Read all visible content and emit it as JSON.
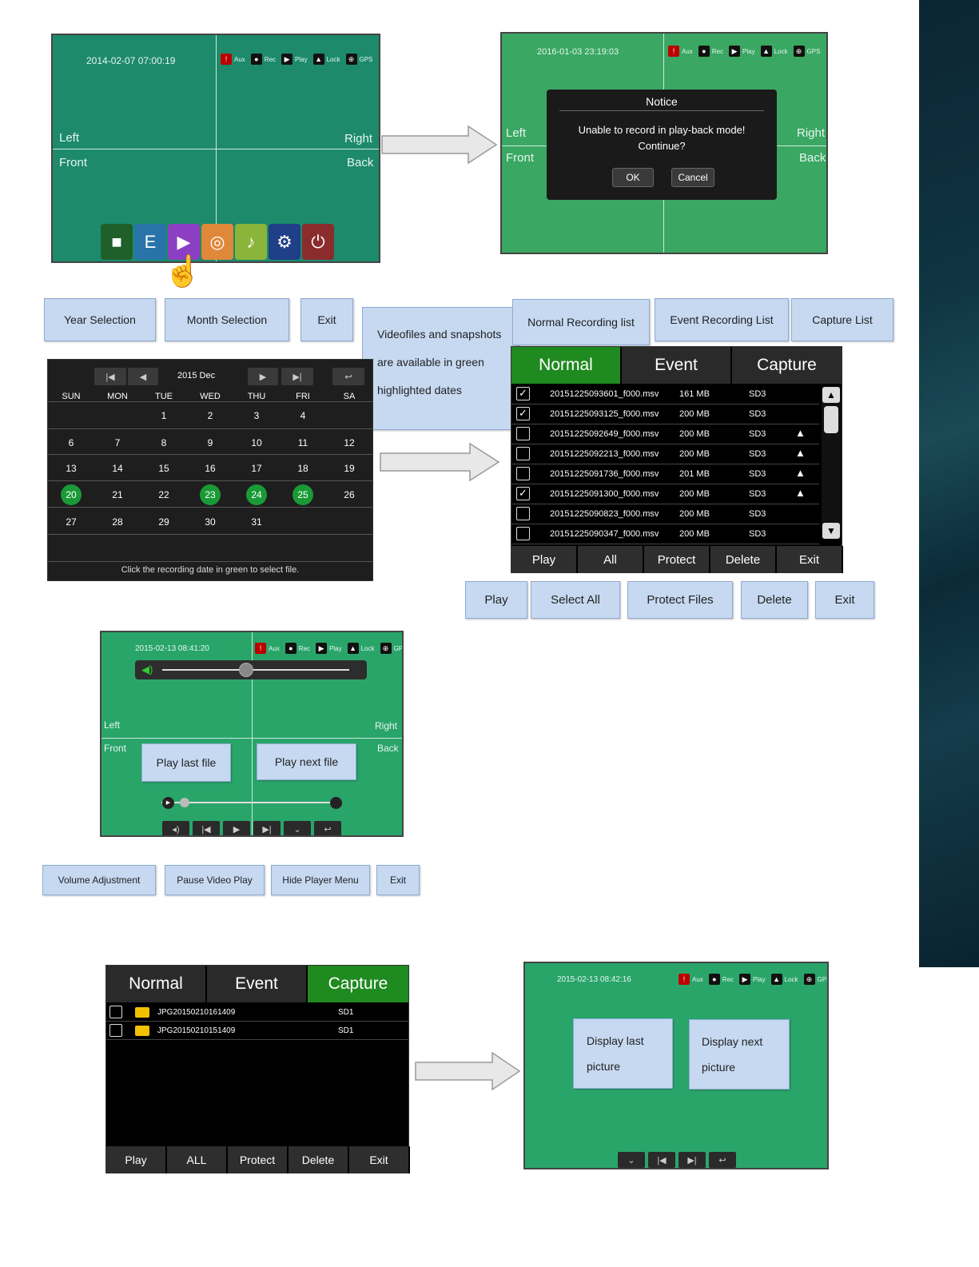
{
  "screen1": {
    "timestamp": "2014-02-07 07:00:19",
    "status": [
      {
        "icon": "aux-icon",
        "label": "Aux"
      },
      {
        "icon": "rec-icon",
        "label": "Rec"
      },
      {
        "icon": "play-icon",
        "label": "Play"
      },
      {
        "icon": "lock-icon",
        "label": "Lock"
      },
      {
        "icon": "gps-icon",
        "label": "GPS"
      }
    ],
    "quadrants": {
      "left": "Left",
      "right": "Right",
      "front": "Front",
      "back": "Back"
    },
    "icons": [
      {
        "name": "video-record-icon",
        "glyph": "■",
        "color": "#1f5f2a"
      },
      {
        "name": "event-record-icon",
        "glyph": "E",
        "color": "#2873a8"
      },
      {
        "name": "playback-icon",
        "glyph": "▶",
        "color": "#8c3fc2"
      },
      {
        "name": "camera-icon",
        "glyph": "◎",
        "color": "#e0883a"
      },
      {
        "name": "volume-icon",
        "glyph": "♪",
        "color": "#8ab53a"
      },
      {
        "name": "settings-icon",
        "glyph": "⚙",
        "color": "#1f3f88"
      },
      {
        "name": "power-icon",
        "glyph": "⏻",
        "color": "#8a2c2c"
      }
    ]
  },
  "screen2": {
    "timestamp": "2016-01-03 23:19:03",
    "status": [
      {
        "icon": "aux-icon",
        "label": "Aux"
      },
      {
        "icon": "rec-icon",
        "label": "Rec"
      },
      {
        "icon": "play-icon",
        "label": "Play"
      },
      {
        "icon": "lock-icon",
        "label": "Lock"
      },
      {
        "icon": "gps-icon",
        "label": "GPS"
      }
    ],
    "quadrants": {
      "left": "Left",
      "right": "Right",
      "front": "Front",
      "back": "Back"
    },
    "dialog": {
      "title": "Notice",
      "message": "Unable to record in play-back mode! Continue?",
      "ok": "OK",
      "cancel": "Cancel"
    }
  },
  "calendar": {
    "month_label": "2015 Dec",
    "weekdays": [
      "SUN",
      "MON",
      "TUE",
      "WED",
      "THU",
      "FRI",
      "SA"
    ],
    "weeks": [
      [
        "",
        "",
        "1",
        "2",
        "3",
        "4",
        ""
      ],
      [
        "6",
        "7",
        "8",
        "9",
        "10",
        "11",
        "12"
      ],
      [
        "13",
        "14",
        "15",
        "16",
        "17",
        "18",
        "19"
      ],
      [
        "20",
        "21",
        "22",
        "23",
        "24",
        "25",
        "26"
      ],
      [
        "27",
        "28",
        "29",
        "30",
        "31",
        "",
        ""
      ]
    ],
    "highlighted": [
      "20",
      "23",
      "24",
      "25"
    ],
    "footer": "Click the recording date in green to select file."
  },
  "callouts_top": {
    "year": "Year Selection",
    "month": "Month Selection",
    "exit": "Exit",
    "green_dates": [
      "Videofiles and snapshots",
      "are available in green",
      "highlighted dates"
    ],
    "normal_list": "Normal Recording list",
    "event_list": "Event Recording List",
    "capture_list": "Capture List"
  },
  "filelist": {
    "tabs": [
      {
        "label": "Normal",
        "active": true
      },
      {
        "label": "Event",
        "active": false
      },
      {
        "label": "Capture",
        "active": false
      }
    ],
    "rows": [
      {
        "checked": true,
        "name": "20151225093601_f000.msv",
        "size": "161 MB",
        "card": "SD3",
        "locked": false
      },
      {
        "checked": true,
        "name": "20151225093125_f000.msv",
        "size": "200 MB",
        "card": "SD3",
        "locked": false
      },
      {
        "checked": false,
        "name": "20151225092649_f000.msv",
        "size": "200 MB",
        "card": "SD3",
        "locked": true
      },
      {
        "checked": false,
        "name": "20151225092213_f000.msv",
        "size": "200 MB",
        "card": "SD3",
        "locked": true
      },
      {
        "checked": false,
        "name": "20151225091736_f000.msv",
        "size": "201 MB",
        "card": "SD3",
        "locked": true
      },
      {
        "checked": true,
        "name": "20151225091300_f000.msv",
        "size": "200 MB",
        "card": "SD3",
        "locked": true
      },
      {
        "checked": false,
        "name": "20151225090823_f000.msv",
        "size": "200 MB",
        "card": "SD3",
        "locked": false
      },
      {
        "checked": false,
        "name": "20151225090347_f000.msv",
        "size": "200 MB",
        "card": "SD3",
        "locked": false
      }
    ],
    "buttons": [
      "Play",
      "All",
      "Protect",
      "Delete",
      "Exit"
    ],
    "callouts": [
      "Play",
      "Select All",
      "Protect  Files",
      "Delete",
      "Exit"
    ]
  },
  "player": {
    "timestamp": "2015-02-13 08:41:20",
    "status": [
      {
        "icon": "aux-icon",
        "label": "Aux"
      },
      {
        "icon": "rec-icon",
        "label": "Rec"
      },
      {
        "icon": "play-icon",
        "label": "Play"
      },
      {
        "icon": "lock-icon",
        "label": "Lock"
      },
      {
        "icon": "gps-icon",
        "label": "GPS"
      }
    ],
    "quadrants": {
      "left": "Left",
      "right": "Right",
      "front": "Front",
      "back": "Back"
    },
    "volume_level": 0.45,
    "progress": 0.12,
    "callouts": {
      "last": "Play last file",
      "next": "Play next file",
      "volume": "Volume Adjustment",
      "pause": "Pause Video Play",
      "hide": "Hide Player Menu",
      "exit": "Exit"
    }
  },
  "capture": {
    "tabs": [
      {
        "label": "Normal",
        "active": false
      },
      {
        "label": "Event",
        "active": false
      },
      {
        "label": "Capture",
        "active": true
      }
    ],
    "rows": [
      {
        "name": "JPG20150210161409",
        "card": "SD1"
      },
      {
        "name": "JPG20150210151409",
        "card": "SD1"
      }
    ],
    "buttons": [
      "Play",
      "ALL",
      "Protect",
      "Delete",
      "Exit"
    ]
  },
  "picture_view": {
    "timestamp": "2015-02-13 08:42:16",
    "status": [
      {
        "icon": "aux-icon",
        "label": "Aux"
      },
      {
        "icon": "rec-icon",
        "label": "Rec"
      },
      {
        "icon": "play-icon",
        "label": "Play"
      },
      {
        "icon": "lock-icon",
        "label": "Lock"
      },
      {
        "icon": "gps-icon",
        "label": "GPS"
      }
    ],
    "callouts": {
      "last": [
        "Display last",
        "picture"
      ],
      "next": [
        "Display next",
        "picture"
      ]
    }
  }
}
